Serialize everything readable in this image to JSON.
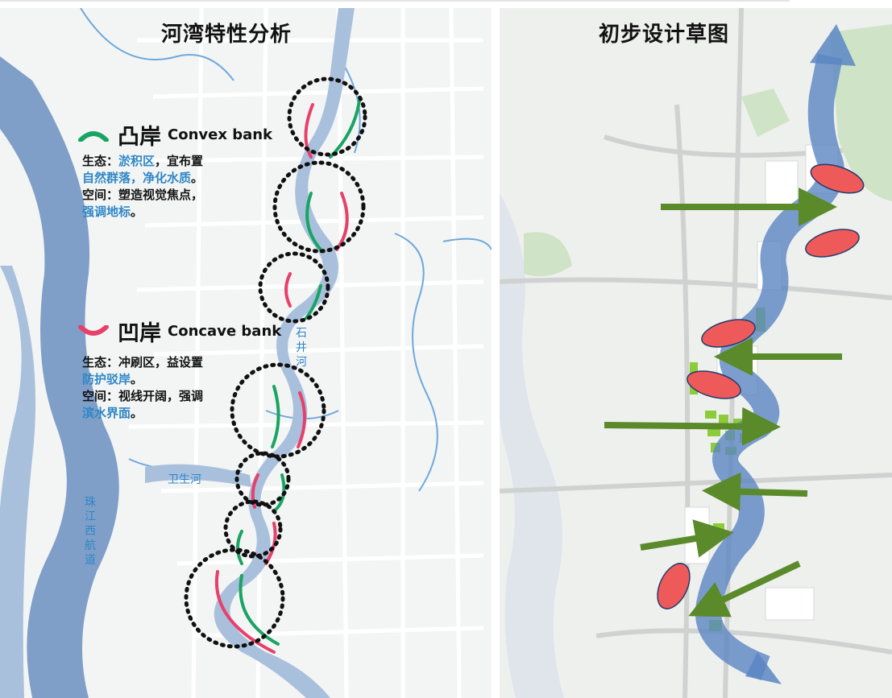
{
  "left_panel": {
    "title": "河湾特性分析",
    "convex": {
      "title_cn": "凸岸",
      "title_en": "Convex bank",
      "eco_label": "生态：",
      "eco_hl": "淤积区",
      "eco_rest": "，宜布置",
      "eco_line2": "自然群落，净化水质",
      "eco_line2_end": "。",
      "space_label": "空间：塑造视觉焦点，",
      "space_line2": "强调地标",
      "space_line2_end": "。",
      "color": "#1aa463"
    },
    "concave": {
      "title_cn": "凹岸",
      "title_en": "Concave bank",
      "eco_label": "生态：冲刷区，益设置",
      "eco_line2": "防护驳岸",
      "eco_line2_end": "。",
      "space_label": "空间：视线开阔，强调",
      "space_line2": "滨水界面",
      "space_line2_end": "。",
      "color": "#e8406a"
    },
    "river_labels": {
      "shijing": [
        "石",
        "井",
        "河"
      ],
      "weisheng": "卫生河",
      "zhujiang": [
        "珠",
        "江",
        "西",
        "航",
        "道"
      ]
    },
    "colors": {
      "river": "#7f9fc9",
      "river_light": "#a9c0dd",
      "road": "#ffffff",
      "water_label": "#2f86c6"
    }
  },
  "right_panel": {
    "title": "初步设计草图",
    "colors": {
      "flow_arrow": "#5b86c3",
      "view_arrow": "#5a8a2a",
      "hotspot": "#ee5a5a",
      "green_block": "#8ccc3a"
    }
  }
}
